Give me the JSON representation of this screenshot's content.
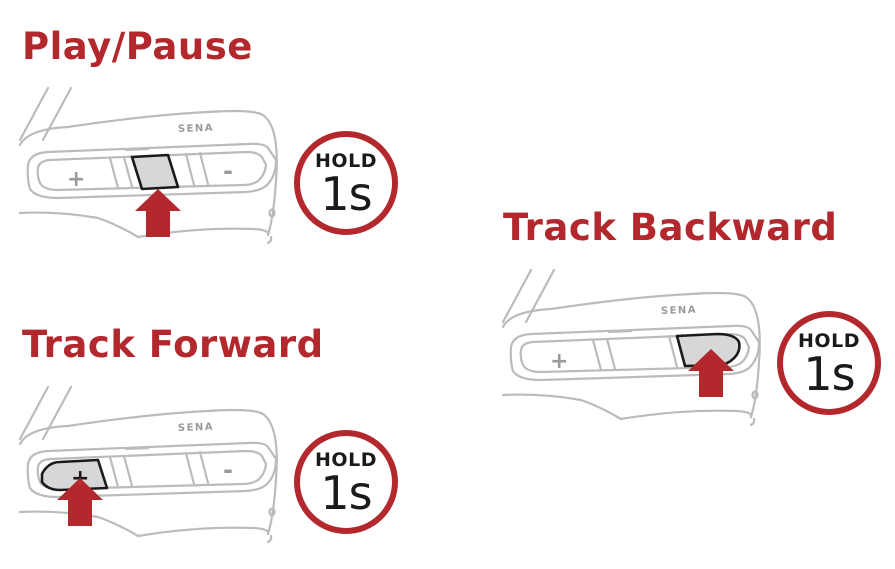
{
  "colors": {
    "title": "#b3282d",
    "arrow": "#b3282d",
    "ring": "#b3282d",
    "outline": "#bbbbbb",
    "highlight_fill": "#d7d7d7",
    "highlight_stroke": "#1a1a1a",
    "text_dark": "#1a1a1a"
  },
  "panels": [
    {
      "id": "play-pause",
      "title": "Play/Pause",
      "highlight": "center",
      "device": {
        "brand": "SENA",
        "plus_label": "+",
        "minus_label": "-"
      },
      "hold": {
        "word": "HOLD",
        "time": "1s"
      }
    },
    {
      "id": "track-forward",
      "title": "Track Forward",
      "highlight": "plus",
      "device": {
        "brand": "SENA",
        "plus_label": "+",
        "minus_label": "-"
      },
      "hold": {
        "word": "HOLD",
        "time": "1s"
      }
    },
    {
      "id": "track-backward",
      "title": "Track Backward",
      "highlight": "minus",
      "device": {
        "brand": "SENA",
        "plus_label": "+",
        "minus_label": "-"
      },
      "hold": {
        "word": "HOLD",
        "time": "1s"
      }
    }
  ]
}
